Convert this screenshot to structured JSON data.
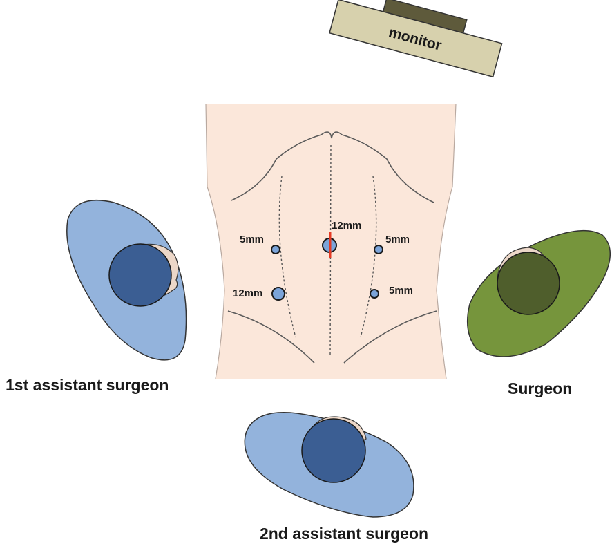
{
  "monitor": {
    "label": "monitor"
  },
  "ports": {
    "upper_left": "5mm",
    "upper_center": "12mm",
    "upper_right": "5mm",
    "lower_left": "12mm",
    "lower_right": "5mm"
  },
  "roles": {
    "first_assistant": "1st assistant surgeon",
    "surgeon": "Surgeon",
    "second_assistant": "2nd assistant surgeon"
  },
  "colors": {
    "skin": "#fbe7da",
    "assistant_body": "#93b3dc",
    "assistant_head": "#3b5e93",
    "surgeon_body": "#76953c",
    "surgeon_head": "#4f5e2c",
    "port_fill": "#7ba4d9",
    "camera_incision": "#e53a24",
    "monitor_screen": "#d7d1ad",
    "monitor_stand": "#5e5a3b"
  }
}
